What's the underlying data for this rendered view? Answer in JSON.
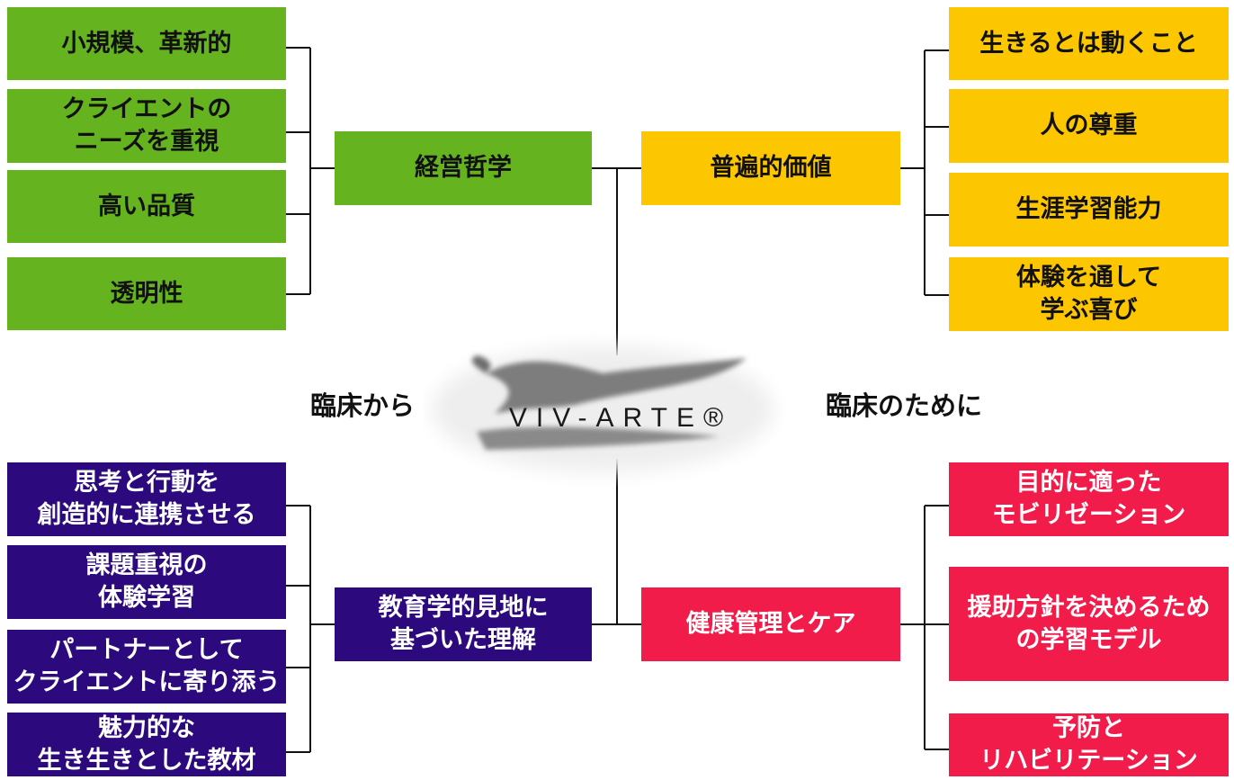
{
  "left_top": {
    "hub": "経営哲学",
    "items": [
      "小規模、革新的",
      "クライエントの\nニーズを重視",
      "高い品質",
      "透明性"
    ]
  },
  "right_top": {
    "hub": "普遍的価値",
    "items": [
      "生きるとは動くこと",
      "人の尊重",
      "生涯学習能力",
      "体験を通して\n学ぶ喜び"
    ]
  },
  "left_bottom": {
    "hub": "教育学的見地に\n基づいた理解",
    "items": [
      "思考と行動を\n創造的に連携させる",
      "課題重視の\n体験学習",
      "パートナーとして\nクライエントに寄り添う",
      "魅力的な\n生き生きとした教材"
    ]
  },
  "right_bottom": {
    "hub": "健康管理とケア",
    "items": [
      "目的に適った\nモビリゼーション",
      "援助方針を決めるため\nの学習モデル",
      "予防と\nリハビリテーション"
    ]
  },
  "center": {
    "logo_text": "VIV-ARTE®",
    "label_left": "臨床から",
    "label_right": "臨床のために"
  },
  "colors": {
    "green": "#64b31f",
    "yellow": "#fcc700",
    "purple": "#2c0a7e",
    "red": "#f21c4b"
  }
}
